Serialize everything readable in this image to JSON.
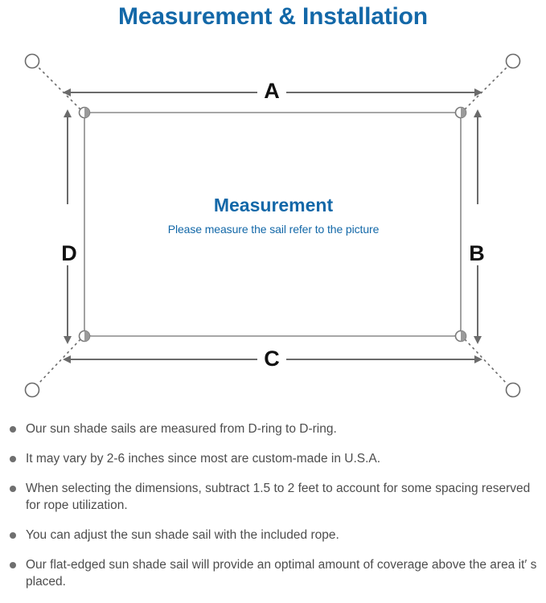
{
  "title": "Measurement & Installation",
  "colors": {
    "title_blue": "#1368A8",
    "line_gray": "#6b6b6b",
    "text_gray": "#4d4d4d",
    "bullet_gray": "#6f6f6f"
  },
  "diagram": {
    "center_title": "Measurement",
    "center_subtitle": "Please measure the sail refer to the picture",
    "dimension_labels": {
      "top": "A",
      "right": "B",
      "bottom": "C",
      "left": "D"
    },
    "icon_names": {
      "anchor_ring": "anchor-ring-icon",
      "d_ring": "d-ring-icon",
      "rope": "dotted-rope-line",
      "measure_arrow": "double-headed-arrow"
    }
  },
  "notes": [
    "Our sun shade sails are measured from D-ring to D-ring.",
    "It may vary by 2-6 inches since most are custom-made in U.S.A.",
    "When selecting the dimensions, subtract 1.5 to 2 feet to account for some spacing reserved for rope utilization.",
    "You can adjust the sun shade sail with the included rope.",
    "Our flat-edged sun shade sail will provide an optimal amount of coverage above the area it′ s placed."
  ]
}
